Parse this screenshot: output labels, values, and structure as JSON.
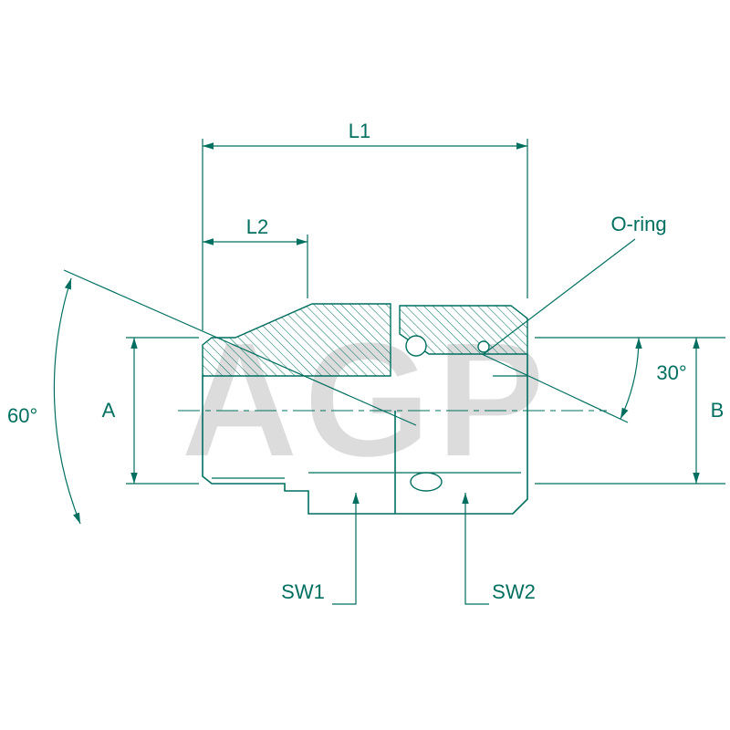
{
  "watermark": "AGP",
  "colors": {
    "line": "#006f60",
    "watermark": "#c1c1c1",
    "background": "#ffffff"
  },
  "labels": {
    "l1": "L1",
    "l2": "L2",
    "o_ring": "O-ring",
    "cone_angle": "60°",
    "seat_angle": "30°",
    "dim_a": "A",
    "dim_b": "B",
    "sw1": "SW1",
    "sw2": "SW2"
  }
}
